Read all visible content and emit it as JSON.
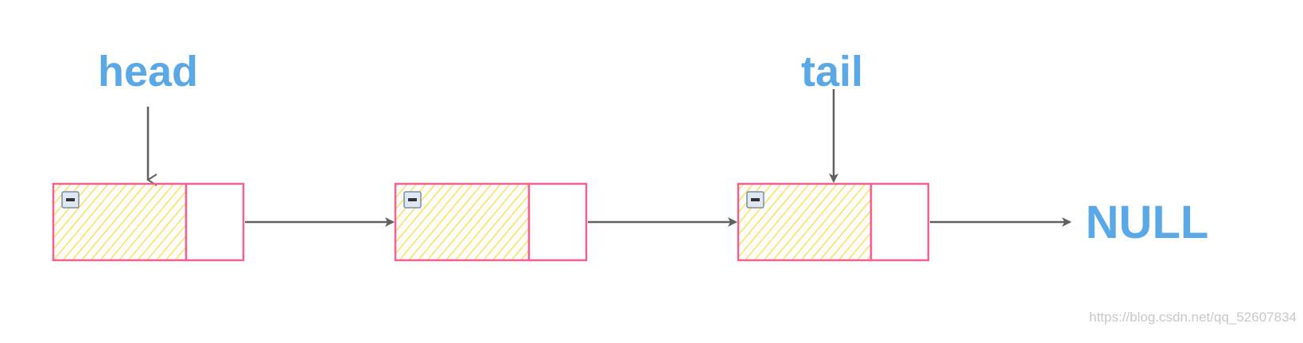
{
  "labels": {
    "head": "head",
    "tail": "tail",
    "null": "NULL"
  },
  "watermark": "https://blog.csdn.net/qq_52607834",
  "nodes": [
    {
      "id": "node-1",
      "icon": "collapse-minus-icon"
    },
    {
      "id": "node-2",
      "icon": "collapse-minus-icon"
    },
    {
      "id": "node-3",
      "icon": "collapse-minus-icon"
    }
  ],
  "colors": {
    "label": "#5aa9e6",
    "node_border": "#f06292",
    "data_hatch": "#fde05a",
    "arrow": "#606060",
    "watermark": "#c8c8c8"
  }
}
